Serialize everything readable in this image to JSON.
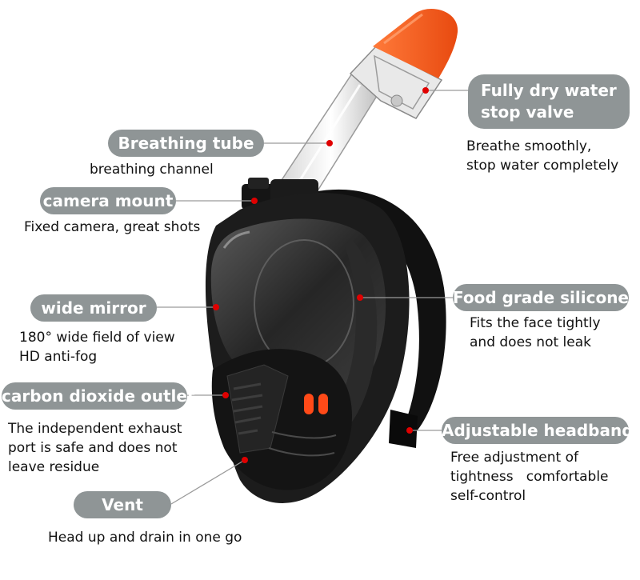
{
  "colors": {
    "label_bg": "#8f9596",
    "label_text": "#ffffff",
    "leader_line": "#9a9a9a",
    "marker_dot": "#e00000",
    "mask_frame": "#1a1a1a",
    "snorkel_tip": "#ff5a1f"
  },
  "callouts": [
    {
      "id": "valve",
      "title": [
        "Fully dry water",
        "stop valve"
      ],
      "desc": [
        "Breathe smoothly,",
        "stop water completely"
      ]
    },
    {
      "id": "tube",
      "title": [
        "Breathing tube"
      ],
      "desc": [
        "breathing channel"
      ]
    },
    {
      "id": "camera",
      "title": [
        "camera mount"
      ],
      "desc": [
        "Fixed camera, great shots"
      ]
    },
    {
      "id": "silicone",
      "title": [
        "Food grade silicone"
      ],
      "desc": [
        "Fits the face tightly",
        "and does not leak"
      ]
    },
    {
      "id": "mirror",
      "title": [
        "wide mirror"
      ],
      "desc": [
        "180° wide field of view",
        "HD anti-fog"
      ]
    },
    {
      "id": "outlet",
      "title": [
        "carbon dioxide outlet"
      ],
      "desc": [
        "The independent exhaust",
        "port is safe and does not",
        "leave residue"
      ]
    },
    {
      "id": "headband",
      "title": [
        "Adjustable headband"
      ],
      "desc": [
        "Free adjustment of",
        "tightness   comfortable",
        "self-control"
      ]
    },
    {
      "id": "vent",
      "title": [
        "Vent"
      ],
      "desc": [
        "Head up and drain in one go"
      ]
    }
  ]
}
